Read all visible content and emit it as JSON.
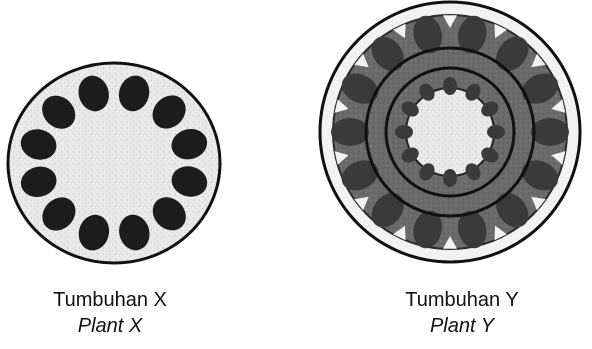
{
  "labels": {
    "plant_x": {
      "malay": "Tumbuhan X",
      "english": "Plant X"
    },
    "plant_y": {
      "malay": "Tumbuhan Y",
      "english": "Plant Y"
    }
  },
  "colors": {
    "outline": "#111111",
    "tissue_light": "#e9e9e9",
    "bundle_dark": "#1c1c1c",
    "ring_grey": "#6a6a6a",
    "ring_dark": "#3a3a3a"
  }
}
